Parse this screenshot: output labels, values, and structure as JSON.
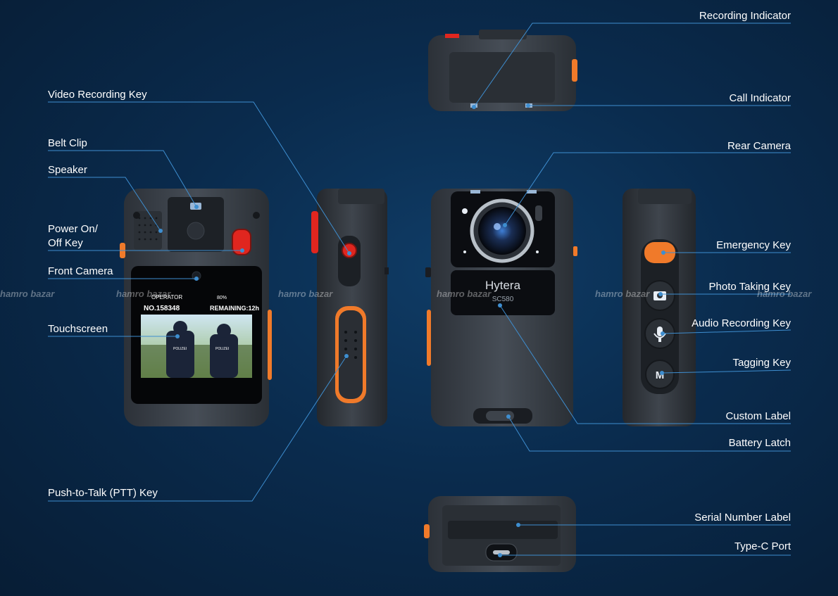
{
  "labels_left": {
    "video_recording_key": "Video Recording Key",
    "belt_clip": "Belt Clip",
    "speaker": "Speaker",
    "power_key_line1": "Power On/",
    "power_key_line2": "Off Key",
    "front_camera": "Front Camera",
    "touchscreen": "Touchscreen",
    "ptt_key": "Push-to-Talk (PTT) Key"
  },
  "labels_right": {
    "recording_indicator": "Recording Indicator",
    "call_indicator": "Call Indicator",
    "rear_camera": "Rear Camera",
    "emergency_key": "Emergency Key",
    "photo_taking_key": "Photo Taking Key",
    "audio_recording_key": "Audio Recording Key",
    "tagging_key": "Tagging Key",
    "custom_label": "Custom Label",
    "battery_latch": "Battery Latch",
    "serial_number_label": "Serial Number Label",
    "type_c_port": "Type-C Port"
  },
  "device": {
    "brand": "Hytera",
    "model": "SC580",
    "tagging_key_letter": "M"
  },
  "screen": {
    "operator": "OPERATOR",
    "battery": "80%",
    "number": "NO.158348",
    "remaining": "REMAINING:12h",
    "police_text": "POLIZEI"
  },
  "watermark": "hamro bazar",
  "colors": {
    "background": "#0a2b4d",
    "leader_line": "#3e8ed0",
    "device_body": "#3a4048",
    "orange_accent": "#f07a2a",
    "red_key": "#e0261f"
  }
}
